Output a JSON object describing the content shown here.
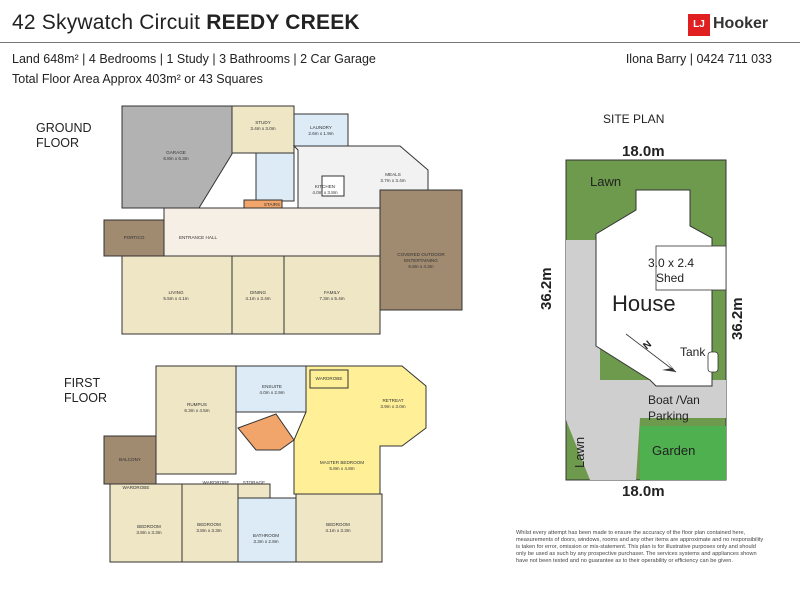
{
  "header": {
    "address": "42 Skywatch Circuit",
    "suburb": "REEDY CREEK",
    "details": "Land 648m² | 4 Bedrooms | 1 Study | 3 Bathrooms | 2 Car Garage",
    "floor_area": "Total Floor Area Approx 403m² or 43 Squares",
    "agent": "Ilona Barry | 0424 711 033",
    "logo_mark": "LJ",
    "logo_text": "Hooker"
  },
  "ground_floor": {
    "label_line1": "GROUND",
    "label_line2": "FLOOR",
    "rooms": [
      {
        "name": "GARAGE",
        "dims": "6.8m x 6.3m"
      },
      {
        "name": "STUDY",
        "dims": "3.4m x 3.0m"
      },
      {
        "name": "LAUNDRY",
        "dims": "2.6m x 1.9m"
      },
      {
        "name": "KITCHEN",
        "dims": "4.0m x 3.8m"
      },
      {
        "name": "MEALS",
        "dims": "3.7m x 3.4m"
      },
      {
        "name": "STAIRS",
        "dims": ""
      },
      {
        "name": "PORTICO",
        "dims": ""
      },
      {
        "name": "ENTRANCE HALL",
        "dims": ""
      },
      {
        "name": "COVERED OUTDOOR ENTERTAINING",
        "dims": "6.8m x 4.3m"
      },
      {
        "name": "LIVING",
        "dims": "5.5m x 4.1m"
      },
      {
        "name": "DINING",
        "dims": "4.1m x 3.4m"
      },
      {
        "name": "FAMILY",
        "dims": "7.3m x 5.4m"
      }
    ]
  },
  "first_floor": {
    "label_line1": "FIRST",
    "label_line2": "FLOOR",
    "rooms": [
      {
        "name": "RUMPUS",
        "dims": "6.3m x 4.5m"
      },
      {
        "name": "ENSUITE",
        "dims": "4.0m x 2.9m"
      },
      {
        "name": "WARDROBE",
        "dims": ""
      },
      {
        "name": "RETREAT",
        "dims": "3.9m x 3.0m"
      },
      {
        "name": "BALCONY",
        "dims": ""
      },
      {
        "name": "MASTER BEDROOM",
        "dims": "5.8m x 4.8m"
      },
      {
        "name": "WARDROBE",
        "dims": ""
      },
      {
        "name": "WARDROBE",
        "dims": ""
      },
      {
        "name": "STORAGE",
        "dims": ""
      },
      {
        "name": "BEDROOM",
        "dims": "3.8m x 3.3m"
      },
      {
        "name": "BEDROOM",
        "dims": "3.8m x 3.3m"
      },
      {
        "name": "BATHROOM",
        "dims": "3.3m x 2.8m"
      },
      {
        "name": "BEDROOM",
        "dims": "4.1m x 3.3m"
      }
    ]
  },
  "site_plan": {
    "title": "SITE PLAN",
    "width_top": "18.0m",
    "width_bottom": "18.0m",
    "depth_left": "36.2m",
    "depth_right": "36.2m",
    "lawn_top": "Lawn",
    "lawn_side": "Lawn",
    "shed_size": "3.0 x 2.4",
    "shed": "Shed",
    "house": "House",
    "north": "N",
    "tank": "Tank",
    "parking_line1": "Boat /Van",
    "parking_line2": "Parking",
    "garden": "Garden"
  },
  "disclaimer": "Whilst every attempt has been made to ensure the accuracy of the floor plan contained here, measurements of doors, windows, rooms and any other items are approximate and no responsibility is taken for error, omission or mis-statement. This plan is for illustrative purposes only and should only be used as such by any prospective purchaser. The services systems and appliances shown have not been tested and no guarantee as to their operability or efficiency can be given.",
  "colors": {
    "garage": "#b2b2b2",
    "outdoor": "#a08a70",
    "living": "#efe6c6",
    "hall": "#f6efe6",
    "tiles": "#eeeeee",
    "wet": "#dcebf6",
    "master": "#fff098",
    "lawn": "#6e9a4e",
    "garden": "#4fb04f",
    "paving": "#cfcfcf",
    "brand": "#e02020"
  }
}
